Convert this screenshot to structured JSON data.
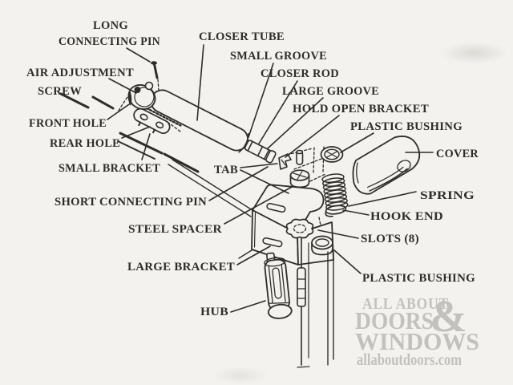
{
  "colors": {
    "ink": "#2f2d29",
    "paper": "#f3f2ee",
    "watermark": "#c2c1bd"
  },
  "labels": {
    "long_connecting_pin": {
      "line1": "LONG",
      "line2": "CONNECTING PIN"
    },
    "closer_tube": "CLOSER TUBE",
    "small_groove": "SMALL GROOVE",
    "closer_rod": "CLOSER ROD",
    "large_groove": "LARGE GROOVE",
    "hold_open_bracket": "HOLD OPEN BRACKET",
    "air_adjustment": {
      "line1": "AIR ADJUSTMENT",
      "line2": "SCREW"
    },
    "front_hole": "FRONT HOLE",
    "rear_hole": "REAR HOLE",
    "small_bracket": "SMALL BRACKET",
    "tab": "TAB",
    "plastic_bushing_top": "PLASTIC BUSHING",
    "cover": "COVER",
    "short_connecting_pin": "SHORT CONNECTING PIN",
    "spring": "SPRING",
    "hook_end": "HOOK END",
    "steel_spacer": "STEEL SPACER",
    "slots": "SLOTS (8)",
    "large_bracket": "LARGE BRACKET",
    "plastic_bushing_bottom": "PLASTIC BUSHING",
    "hub": "HUB"
  },
  "watermark": {
    "line1": "ALL ABOUT",
    "line2": "DOORS",
    "ampersand": "&",
    "line3": "WINDOWS",
    "url": "allaboutdoors.com"
  }
}
